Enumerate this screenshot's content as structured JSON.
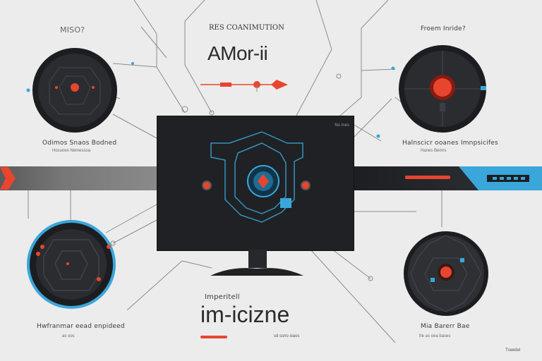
{
  "header": {
    "subtitle": "RES COANIMUTION",
    "title": "AMor-ii",
    "corner_label_left": "MISO?",
    "corner_label_right": "Froem Inride?"
  },
  "monitor": {
    "corner_label": "No Ines"
  },
  "captions": {
    "top_left": "Odimos Snaos Bodned",
    "top_right": "Halnscicr ooanes Imnpsicifes",
    "bottom_left": "Hwfranmar eead enpideed",
    "bottom_left_sub": "as oos",
    "bottom_right": "Mia Barerr Bae",
    "bottom_right_sub": "fre as oea bases",
    "top_left_sub": "Hosunes Nemessoa",
    "top_right_sub": "Hanes Bemrs"
  },
  "footer": {
    "label": "Imperitell",
    "title": "im-icizne",
    "sub": "sd ssno siaos",
    "corner": "Trawdel"
  },
  "colors": {
    "background": "#ececec",
    "accent_red": "#e8452f",
    "accent_blue": "#3aa6d9",
    "dark_panel": "#1f2124",
    "disc": "#2a2c30"
  }
}
